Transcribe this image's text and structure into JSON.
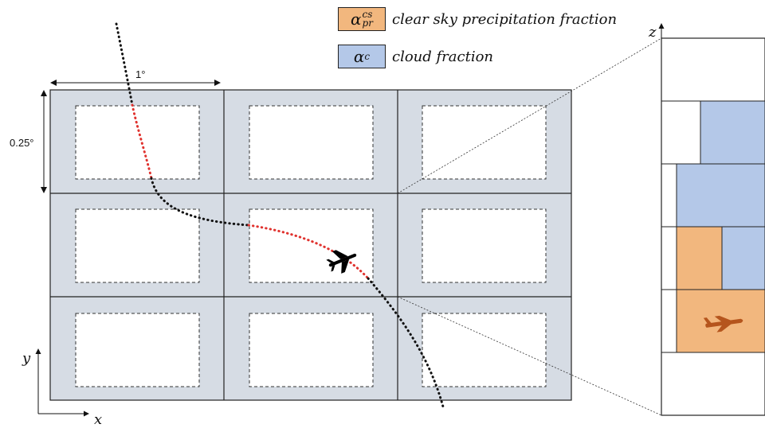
{
  "legend": {
    "precip": {
      "symbol_base": "α",
      "symbol_sup": "cs",
      "symbol_sub": "pr",
      "label": "clear sky precipitation fraction",
      "color": "#f2b77e"
    },
    "cloud": {
      "symbol_base": "α",
      "symbol_sub": "c",
      "label": "cloud fraction",
      "color": "#b4c8e8"
    }
  },
  "grid": {
    "cell_fill": "#d6dce4",
    "width_label": "1°",
    "height_label": "0.25°"
  },
  "axes": {
    "x": "x",
    "y": "y",
    "z": "z"
  },
  "colors": {
    "track_in_cell": "#e0322e",
    "track_outside": "#111111",
    "aircraft_main": "#000000",
    "aircraft_column": "#b5551d"
  }
}
